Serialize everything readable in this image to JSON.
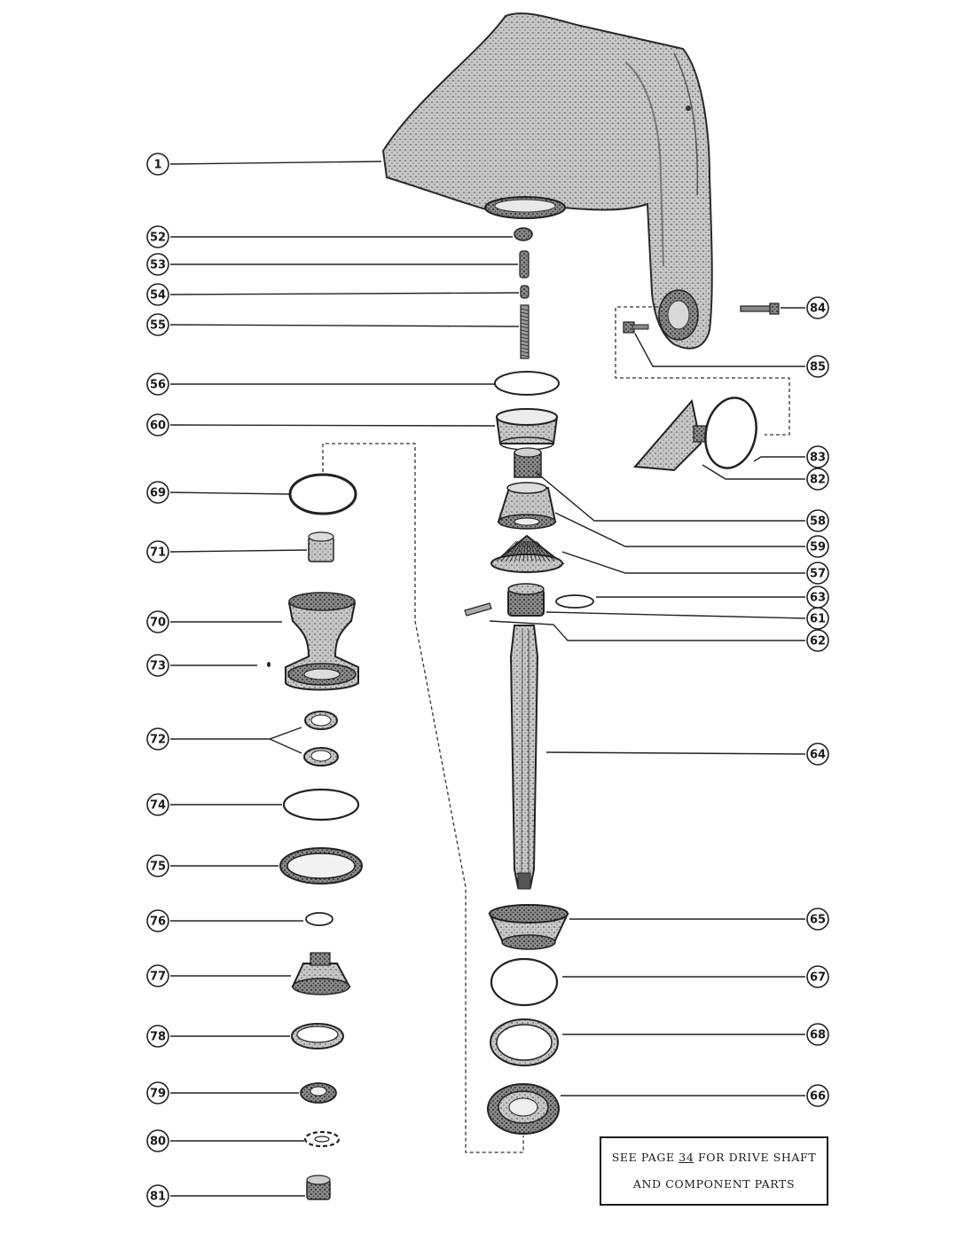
{
  "callouts": [
    {
      "id": "c1",
      "label": "1"
    },
    {
      "id": "c52",
      "label": "52"
    },
    {
      "id": "c53",
      "label": "53"
    },
    {
      "id": "c54",
      "label": "54"
    },
    {
      "id": "c55",
      "label": "55"
    },
    {
      "id": "c56",
      "label": "56"
    },
    {
      "id": "c60",
      "label": "60"
    },
    {
      "id": "c69",
      "label": "69"
    },
    {
      "id": "c71",
      "label": "71"
    },
    {
      "id": "c70",
      "label": "70"
    },
    {
      "id": "c73",
      "label": "73"
    },
    {
      "id": "c72",
      "label": "72"
    },
    {
      "id": "c74",
      "label": "74"
    },
    {
      "id": "c75",
      "label": "75"
    },
    {
      "id": "c76",
      "label": "76"
    },
    {
      "id": "c77",
      "label": "77"
    },
    {
      "id": "c78",
      "label": "78"
    },
    {
      "id": "c79",
      "label": "79"
    },
    {
      "id": "c80",
      "label": "80"
    },
    {
      "id": "c81",
      "label": "81"
    },
    {
      "id": "c84",
      "label": "84"
    },
    {
      "id": "c85",
      "label": "85"
    },
    {
      "id": "c83",
      "label": "83"
    },
    {
      "id": "c82",
      "label": "82"
    },
    {
      "id": "c58",
      "label": "58"
    },
    {
      "id": "c59",
      "label": "59"
    },
    {
      "id": "c57",
      "label": "57"
    },
    {
      "id": "c63",
      "label": "63"
    },
    {
      "id": "c61",
      "label": "61"
    },
    {
      "id": "c62",
      "label": "62"
    },
    {
      "id": "c64",
      "label": "64"
    },
    {
      "id": "c65",
      "label": "65"
    },
    {
      "id": "c67",
      "label": "67"
    },
    {
      "id": "c68",
      "label": "68"
    },
    {
      "id": "c66",
      "label": "66"
    }
  ],
  "note": {
    "line1_pre": "SEE PAGE ",
    "page": "34",
    "line1_post": " FOR DRIVE SHAFT",
    "line2": "AND COMPONENT PARTS"
  }
}
